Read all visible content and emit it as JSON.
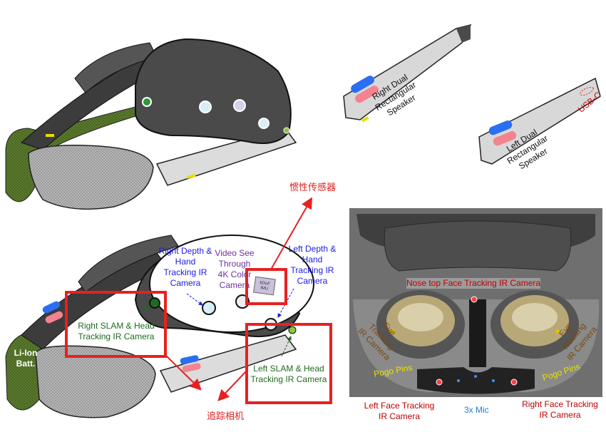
{
  "top_left_headset": {},
  "speakers": {
    "right_label": "Right Dual Rectangular Speaker",
    "left_label": "Left Dual Rectangular Speaker",
    "usbc_label": "USB-C"
  },
  "bottom_left_headset": {
    "imu_chinese_label": "惯性传感器",
    "imu_chip_label": "6DoF IMU",
    "right_depth_label": "Right Depth & Hand Tracking IR Camera",
    "video_see_through_label": "Video See Through 4K Color Camera",
    "left_depth_label": "Left Depth & Hand Tracking IR Camera",
    "right_slam_label": "Right SLAM & Head Tracking IR Camera",
    "left_slam_label": "Left SLAM & Head Tracking IR Camera",
    "battery_label": "Li-Ion Batt.",
    "tracking_camera_chinese_label": "追踪相机"
  },
  "photo": {
    "nose_top_label": "Nose top Face Tracking IR Camera",
    "eye_tracking_left_label": "Eye Tracking IR Camera",
    "eye_tracking_right_label": "Eye Tracking IR Camera",
    "pogo_left_label": "Pogo Pins",
    "pogo_right_label": "Pogo Pins",
    "left_face_label": "Left Face Tracking IR Camera",
    "right_face_label": "Right Face Tracking IR Camera",
    "mic_label": "3x Mic"
  },
  "colors": {
    "highlight_box": "#e82020",
    "blue_label": "#1a1ae6",
    "red_label": "#e02020"
  }
}
